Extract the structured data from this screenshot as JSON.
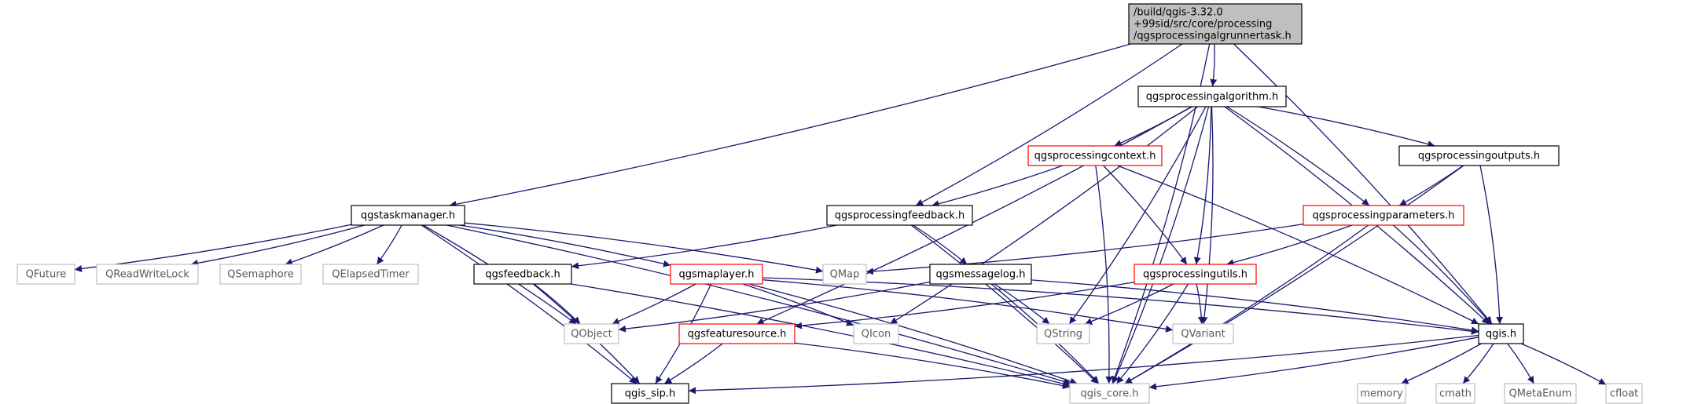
{
  "diagram": {
    "nodes": {
      "root": {
        "lines": [
          "/build/qgis-3.32.0",
          "+99sid/src/core/processing",
          "/qgsprocessingalgrunnertask.h"
        ],
        "style": "root"
      },
      "algorithm": {
        "lines": [
          "qgsprocessingalgorithm.h"
        ],
        "style": "normal"
      },
      "taskmanager": {
        "lines": [
          "qgstaskmanager.h"
        ],
        "style": "normal"
      },
      "context": {
        "lines": [
          "qgsprocessingcontext.h"
        ],
        "style": "red"
      },
      "outputs": {
        "lines": [
          "qgsprocessingoutputs.h"
        ],
        "style": "normal"
      },
      "feedback": {
        "lines": [
          "qgsprocessingfeedback.h"
        ],
        "style": "normal"
      },
      "parameters": {
        "lines": [
          "qgsprocessingparameters.h"
        ],
        "style": "red"
      },
      "qgsfeedback": {
        "lines": [
          "qgsfeedback.h"
        ],
        "style": "normal"
      },
      "maplayer": {
        "lines": [
          "qgsmaplayer.h"
        ],
        "style": "red"
      },
      "messagelog": {
        "lines": [
          "qgsmessagelog.h"
        ],
        "style": "normal"
      },
      "utils": {
        "lines": [
          "qgsprocessingutils.h"
        ],
        "style": "red"
      },
      "qfuture": {
        "lines": [
          "QFuture"
        ],
        "style": "gray"
      },
      "qrwlock": {
        "lines": [
          "QReadWriteLock"
        ],
        "style": "gray"
      },
      "qsemaphore": {
        "lines": [
          "QSemaphore"
        ],
        "style": "gray"
      },
      "qelapsed": {
        "lines": [
          "QElapsedTimer"
        ],
        "style": "gray"
      },
      "qmap": {
        "lines": [
          "QMap"
        ],
        "style": "gray"
      },
      "qobject": {
        "lines": [
          "QObject"
        ],
        "style": "gray"
      },
      "featuresource": {
        "lines": [
          "qgsfeaturesource.h"
        ],
        "style": "red"
      },
      "qicon": {
        "lines": [
          "QIcon"
        ],
        "style": "gray"
      },
      "qstring": {
        "lines": [
          "QString"
        ],
        "style": "gray"
      },
      "qvariant": {
        "lines": [
          "QVariant"
        ],
        "style": "gray"
      },
      "qgis": {
        "lines": [
          "qgis.h"
        ],
        "style": "normal"
      },
      "qgissip": {
        "lines": [
          "qgis_sip.h"
        ],
        "style": "normal"
      },
      "qgiscore": {
        "lines": [
          "qgis_core.h"
        ],
        "style": "gray"
      },
      "memory": {
        "lines": [
          "memory"
        ],
        "style": "gray"
      },
      "cmath": {
        "lines": [
          "cmath"
        ],
        "style": "gray"
      },
      "qmetaenum": {
        "lines": [
          "QMetaEnum"
        ],
        "style": "gray"
      },
      "cfloat": {
        "lines": [
          "cfloat"
        ],
        "style": "gray"
      }
    },
    "edges": [
      [
        "root",
        "algorithm"
      ],
      [
        "root",
        "taskmanager"
      ],
      [
        "root",
        "feedback"
      ],
      [
        "root",
        "qgis"
      ],
      [
        "root",
        "qgiscore"
      ],
      [
        "algorithm",
        "context"
      ],
      [
        "algorithm",
        "outputs"
      ],
      [
        "algorithm",
        "parameters"
      ],
      [
        "algorithm",
        "utils"
      ],
      [
        "algorithm",
        "qstring"
      ],
      [
        "algorithm",
        "qicon"
      ],
      [
        "algorithm",
        "qvariant"
      ],
      [
        "algorithm",
        "qgis"
      ],
      [
        "algorithm",
        "qgiscore"
      ],
      [
        "algorithm",
        "featuresource"
      ],
      [
        "taskmanager",
        "qfuture"
      ],
      [
        "taskmanager",
        "qrwlock"
      ],
      [
        "taskmanager",
        "qsemaphore"
      ],
      [
        "taskmanager",
        "qelapsed"
      ],
      [
        "taskmanager",
        "qmap"
      ],
      [
        "taskmanager",
        "qobject"
      ],
      [
        "taskmanager",
        "maplayer"
      ],
      [
        "taskmanager",
        "qgissip"
      ],
      [
        "taskmanager",
        "qgiscore"
      ],
      [
        "context",
        "feedback"
      ],
      [
        "context",
        "utils"
      ],
      [
        "context",
        "qgis"
      ],
      [
        "context",
        "qgiscore"
      ],
      [
        "outputs",
        "parameters"
      ],
      [
        "outputs",
        "qgis"
      ],
      [
        "outputs",
        "qgiscore"
      ],
      [
        "feedback",
        "qgsfeedback"
      ],
      [
        "feedback",
        "messagelog"
      ],
      [
        "feedback",
        "qgiscore"
      ],
      [
        "parameters",
        "qmap"
      ],
      [
        "parameters",
        "utils"
      ],
      [
        "parameters",
        "qgis"
      ],
      [
        "parameters",
        "qgiscore"
      ],
      [
        "qgsfeedback",
        "qobject"
      ],
      [
        "qgsfeedback",
        "qgissip"
      ],
      [
        "qgsfeedback",
        "qgiscore"
      ],
      [
        "maplayer",
        "qobject"
      ],
      [
        "maplayer",
        "qicon"
      ],
      [
        "maplayer",
        "qvariant"
      ],
      [
        "maplayer",
        "qgis"
      ],
      [
        "maplayer",
        "qgissip"
      ],
      [
        "maplayer",
        "qgiscore"
      ],
      [
        "messagelog",
        "qobject"
      ],
      [
        "messagelog",
        "qstring"
      ],
      [
        "messagelog",
        "qgis"
      ],
      [
        "messagelog",
        "qgiscore"
      ],
      [
        "utils",
        "featuresource"
      ],
      [
        "utils",
        "qstring"
      ],
      [
        "utils",
        "qvariant"
      ],
      [
        "utils",
        "qgiscore"
      ],
      [
        "featuresource",
        "qgissip"
      ],
      [
        "featuresource",
        "qgiscore"
      ],
      [
        "qgis",
        "qgissip"
      ],
      [
        "qgis",
        "qgiscore"
      ],
      [
        "qgis",
        "memory"
      ],
      [
        "qgis",
        "cmath"
      ],
      [
        "qgis",
        "qmetaenum"
      ],
      [
        "qgis",
        "cfloat"
      ]
    ]
  },
  "colors": {
    "edge": "#191970",
    "normal_border": "#000000",
    "red_border": "#ff0000",
    "gray_border": "#bfbfbf",
    "gray_text": "#5a5a5a",
    "root_fill": "#bfbfbf",
    "node_fill": "#ffffff",
    "text": "#000000"
  }
}
